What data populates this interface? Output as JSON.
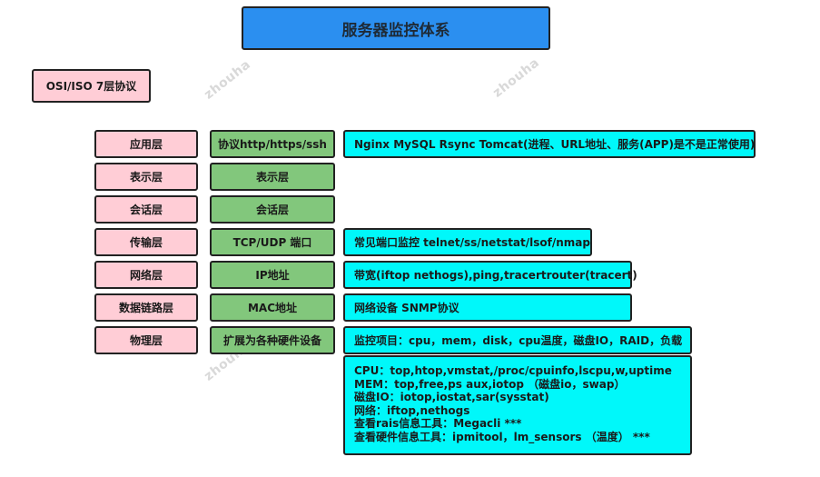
{
  "title": "服务器监控体系",
  "osi_label": "OSI/ISO 7层协议",
  "watermark": "zhouha",
  "rows": [
    {
      "layer": "应用层",
      "protocol": "协议http/https/ssh",
      "monitor": "Nginx MySQL Rsync Tomcat(进程、URL地址、服务(APP)是不是正常使用)"
    },
    {
      "layer": "表示层",
      "protocol": "表示层",
      "monitor": ""
    },
    {
      "layer": "会话层",
      "protocol": "会话层",
      "monitor": ""
    },
    {
      "layer": "传输层",
      "protocol": "TCP/UDP 端口",
      "monitor": "常见端口监控 telnet/ss/netstat/lsof/nmap"
    },
    {
      "layer": "网络层",
      "protocol": "IP地址",
      "monitor": "带宽(iftop nethogs),ping,tracertrouter(tracert)"
    },
    {
      "layer": "数据链路层",
      "protocol": "MAC地址",
      "monitor": "网络设备 SNMP协议"
    },
    {
      "layer": "物理层",
      "protocol": "扩展为各种硬件设备",
      "monitor": "监控项目：cpu，mem，disk，cpu温度，磁盘IO，RAID，负载"
    }
  ],
  "tools": [
    "CPU：top,htop,vmstat,/proc/cpuinfo,lscpu,w,uptime",
    "MEM：top,free,ps aux,iotop （磁盘io，swap）",
    "磁盘IO：iotop,iostat,sar(sysstat)",
    "网络：iftop,nethogs",
    "查看rais信息工具：Megacli   ***",
    "查看硬件信息工具：ipmitool，lm_sensors （温度）  ***"
  ]
}
